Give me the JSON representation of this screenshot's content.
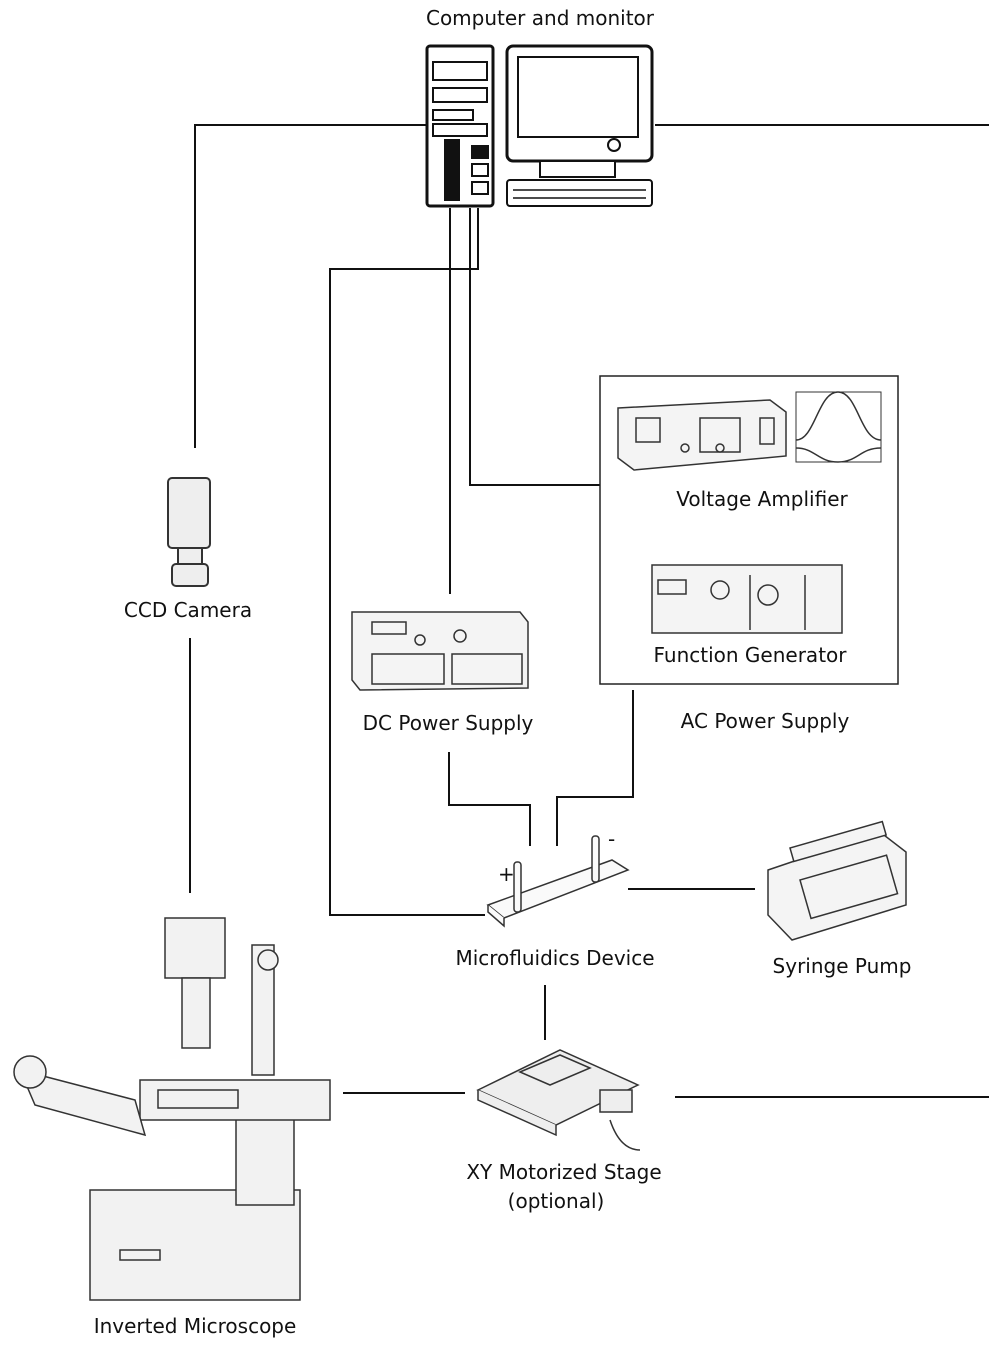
{
  "labels": {
    "computer": "Computer and monitor",
    "ccd_camera": "CCD Camera",
    "voltage_amplifier": "Voltage Amplifier",
    "function_generator": "Function Generator",
    "dc_power_supply": "DC Power Supply",
    "ac_power_supply": "AC Power Supply",
    "microfluidics_device": "Microfluidics Device",
    "syringe_pump": "Syringe Pump",
    "xy_stage_line1": "XY Motorized Stage",
    "xy_stage_line2": "(optional)",
    "inverted_microscope": "Inverted Microscope",
    "plus": "+",
    "minus": "-"
  },
  "colors": {
    "line": "#111111",
    "stroke": "#333333",
    "fill": "#f2f2f2"
  }
}
